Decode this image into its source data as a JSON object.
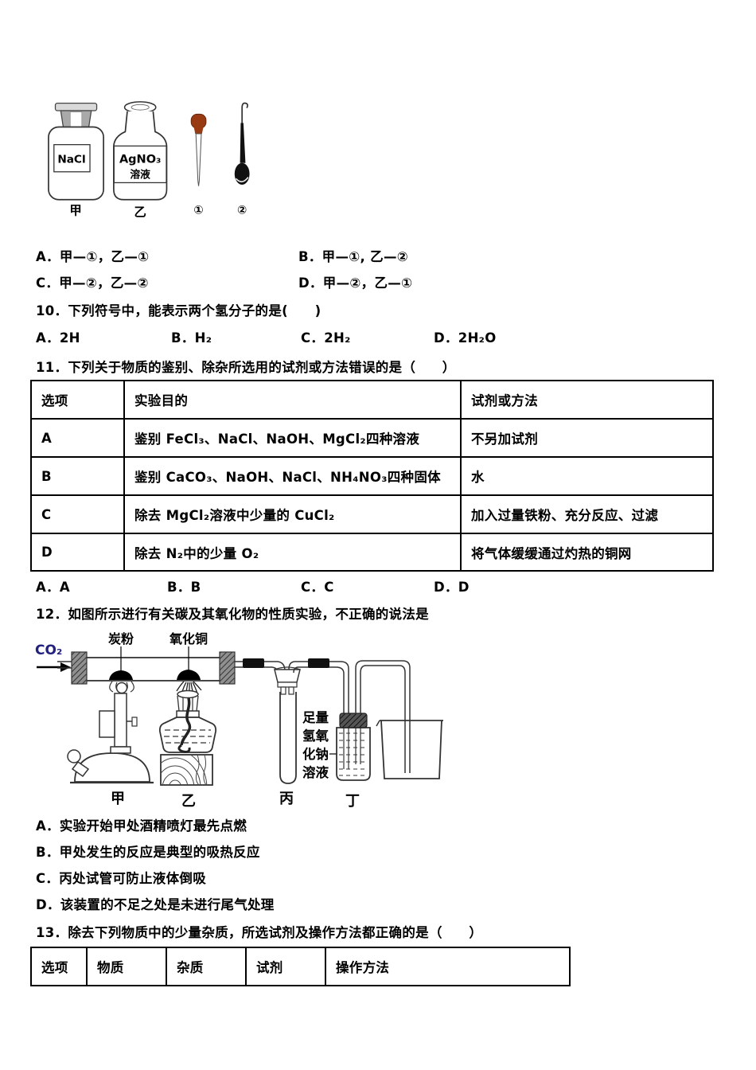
{
  "figure_tools": {
    "bottle1_label": "NaCl",
    "bottle2_label_line1": "AgNO₃",
    "bottle2_label_line2": "溶液",
    "caption_jia": "甲",
    "caption_yi": "乙",
    "caption_1": "①",
    "caption_2": "②",
    "dropper_bulb_color": "#993b12"
  },
  "q9_options": {
    "a": "A．甲—①，乙—①",
    "b": "B．甲—①, 乙—②",
    "c": "C．甲—②，乙—②",
    "d": "D．甲—②，乙—①"
  },
  "q10": {
    "stem": "10．下列符号中，能表示两个氢分子的是(　　)",
    "a": "A．2H",
    "b": "B．H₂",
    "c": "C．2H₂",
    "d": "D．2H₂O"
  },
  "q11": {
    "stem": "11．下列关于物质的鉴别、除杂所选用的试剂或方法错误的是（　　）",
    "table": {
      "headers": [
        "选项",
        "实验目的",
        "试剂或方法"
      ],
      "rows": [
        [
          "A",
          "鉴别 FeCl₃、NaCl、NaOH、MgCl₂四种溶液",
          "不另加试剂"
        ],
        [
          "B",
          "鉴别 CaCO₃、NaOH、NaCl、NH₄NO₃四种固体",
          "水"
        ],
        [
          "C",
          "除去 MgCl₂溶液中少量的 CuCl₂",
          "加入过量铁粉、充分反应、过滤"
        ],
        [
          "D",
          "除去 N₂中的少量 O₂",
          "将气体缓缓通过灼热的铜网"
        ]
      ]
    },
    "answers": {
      "a": "A．A",
      "b": "B．B",
      "c": "C．C",
      "d": "D．D"
    }
  },
  "q12": {
    "stem": "12．如图所示进行有关碳及其氧化物的性质实验，不正确的说法是",
    "diagram": {
      "gas_in": "CO₂",
      "gas_color": "#22227e",
      "label_tanfen": "炭粉",
      "label_yanghuatong": "氧化铜",
      "label_jia": "甲",
      "label_yi": "乙",
      "label_bing": "丙",
      "label_ding": "丁",
      "naoh_line1": "足量",
      "naoh_line2": "氢氧",
      "naoh_line3": "化钠",
      "naoh_line4": "溶液"
    },
    "options": {
      "a": "A．实验开始甲处酒精喷灯最先点燃",
      "b": "B．甲处发生的反应是典型的吸热反应",
      "c": "C．丙处试管可防止液体倒吸",
      "d": "D．该装置的不足之处是未进行尾气处理"
    }
  },
  "q13": {
    "stem": "13．除去下列物质中的少量杂质，所选试剂及操作方法都正确的是（　　）",
    "table_headers": [
      "选项",
      "物质",
      "杂质",
      "试剂",
      "操作方法"
    ]
  }
}
